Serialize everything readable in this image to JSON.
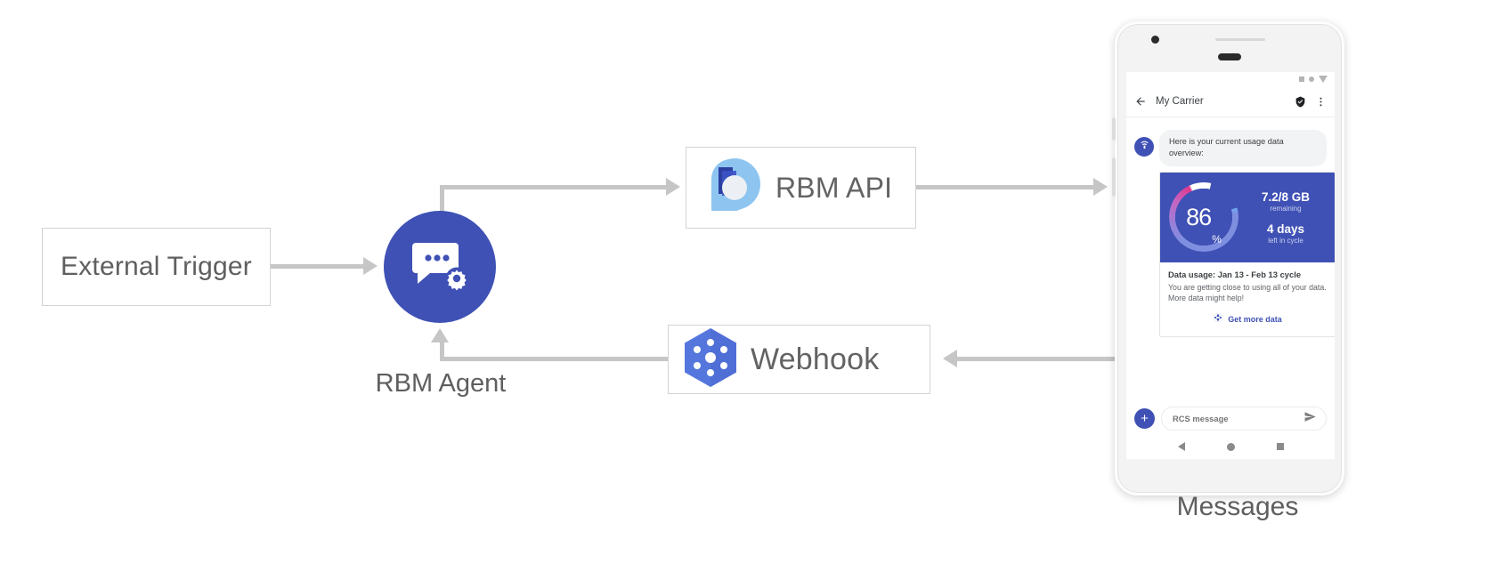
{
  "diagram": {
    "nodes": {
      "external_trigger": {
        "label": "External Trigger"
      },
      "rbm_agent": {
        "label": "RBM Agent",
        "icon": "chat-gear-icon"
      },
      "rbm_api": {
        "label": "RBM API",
        "icon": "rbm-api-icon"
      },
      "webhook": {
        "label": "Webhook",
        "icon": "webhook-hexagon-icon"
      },
      "messages": {
        "label": "Messages"
      }
    },
    "colors": {
      "agent_blue": "#3f51b5",
      "connector_gray": "#c6c6c6",
      "box_border": "#d3d3d3",
      "label_gray": "#5f5f5f"
    }
  },
  "phone": {
    "status_bar": {
      "icons": [
        "square-icon",
        "dot-icon",
        "triangle-down-icon"
      ]
    },
    "app_bar": {
      "back_icon": "back-arrow-icon",
      "title": "My Carrier",
      "verified_icon": "verified-shield-icon",
      "overflow_icon": "more-vertical-icon"
    },
    "conversation": {
      "avatar_icon": "cell-tower-icon",
      "bubble_text": "Here is your current usage data overview:"
    },
    "rich_card": {
      "gauge": {
        "percent": "86",
        "unit": "%",
        "value": 86
      },
      "data_remaining": "7.2/8 GB",
      "data_remaining_sub": "remaining",
      "days_left": "4 days",
      "days_left_sub": "left in cycle",
      "title": "Data usage: Jan 13 - Feb 13 cycle",
      "description": "You are getting close to using all of your data. More data might help!",
      "action_label": "Get more data",
      "action_icon": "globe-icon",
      "hero_color": "#3f51b5",
      "action_color": "#3f51b5"
    },
    "composer": {
      "plus_icon": "plus-icon",
      "placeholder": "RCS message",
      "value": "",
      "send_icon": "send-icon"
    },
    "nav_bar": {
      "icons": [
        "nav-back-icon",
        "nav-home-icon",
        "nav-recents-icon"
      ]
    }
  }
}
